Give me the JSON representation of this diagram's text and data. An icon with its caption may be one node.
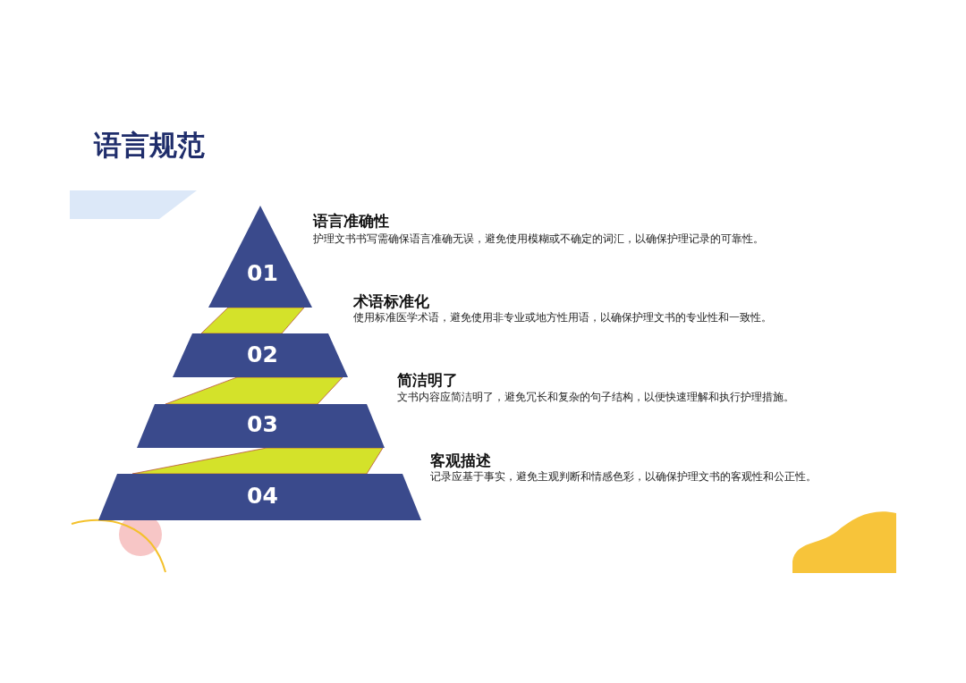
{
  "diagram": {
    "title": "语言规范",
    "nodes": [
      {
        "text": [
          "01"
        ],
        "beside": [
          "语言准确性",
          "护理文书书写需确保语言准确无误，避免使用模糊或不确定的词汇，以确保护理记录的可靠性。"
        ]
      },
      {
        "text": [
          "02"
        ],
        "beside": [
          "术语标准化",
          "使用标准医学术语，避免使用非专业或地方性用语，以确保护理文书的专业性和一致性。"
        ]
      },
      {
        "text": [
          "03"
        ],
        "beside": [
          "简洁明了",
          "文书内容应简洁明了，避免冗长和复杂的句子结构，以便快速理解和执行护理措施。"
        ]
      },
      {
        "text": [
          "04"
        ],
        "beside": [
          "客观描述",
          "记录应基于事实，避免主观判断和情感色彩，以确保护理文书的客观性和公正性。"
        ]
      }
    ],
    "edges": []
  }
}
